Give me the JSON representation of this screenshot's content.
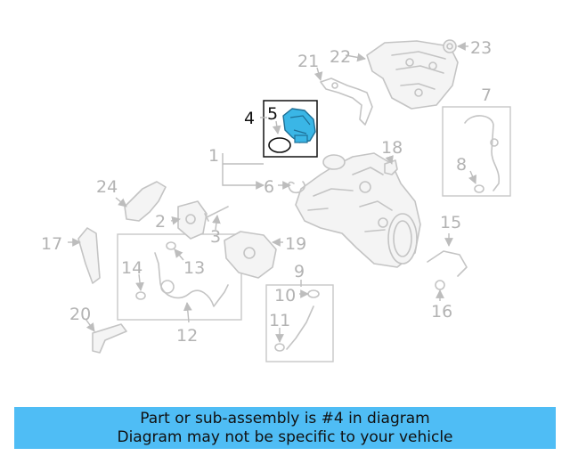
{
  "diagram": {
    "callouts": [
      "1",
      "2",
      "3",
      "4",
      "5",
      "6",
      "7",
      "8",
      "9",
      "10",
      "11",
      "12",
      "13",
      "14",
      "15",
      "16",
      "17",
      "18",
      "19",
      "20",
      "21",
      "22",
      "23",
      "24"
    ],
    "highlight_color": "#3ab6e6"
  },
  "banner": {
    "line1": "Part or sub-assembly is #4 in diagram",
    "line2": "Diagram may not be specific to your vehicle",
    "background": "#4fbdf5"
  }
}
